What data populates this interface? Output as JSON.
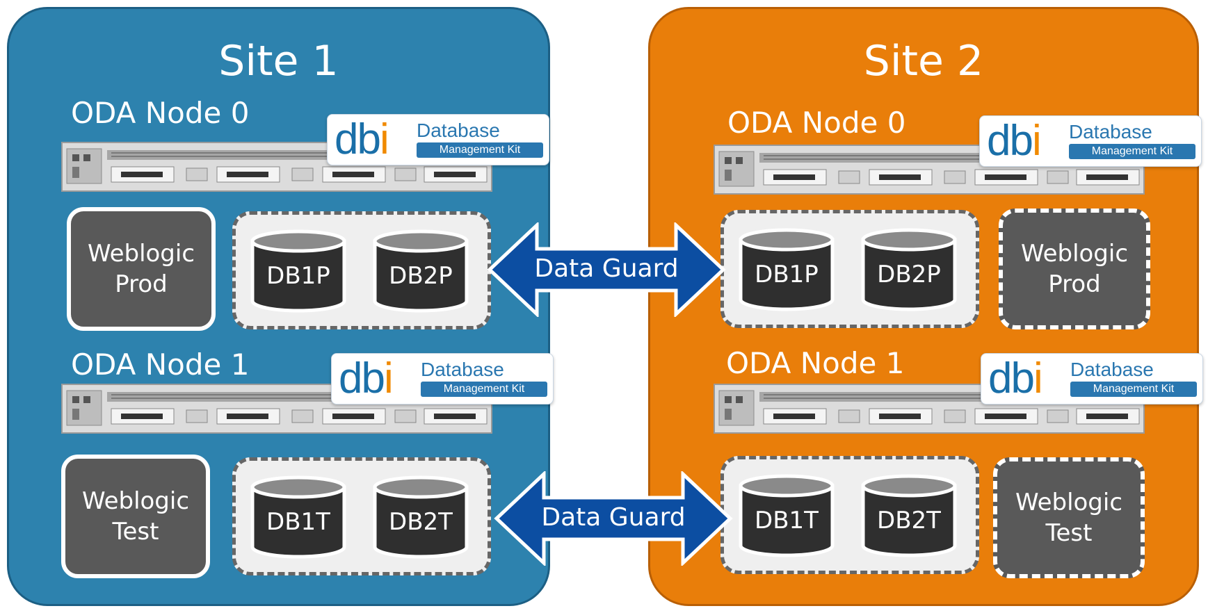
{
  "sites": [
    {
      "title": "Site 1",
      "nodes": [
        {
          "title": "ODA Node 0",
          "weblogic": [
            "Weblogic",
            "Prod"
          ],
          "databases": [
            "DB1P",
            "DB2P"
          ]
        },
        {
          "title": "ODA Node 1",
          "weblogic": [
            "Weblogic",
            "Test"
          ],
          "databases": [
            "DB1T",
            "DB2T"
          ]
        }
      ]
    },
    {
      "title": "Site 2",
      "nodes": [
        {
          "title": "ODA Node 0",
          "weblogic": [
            "Weblogic",
            "Prod"
          ],
          "databases": [
            "DB1P",
            "DB2P"
          ]
        },
        {
          "title": "ODA Node 1",
          "weblogic": [
            "Weblogic",
            "Test"
          ],
          "databases": [
            "DB1T",
            "DB2T"
          ]
        }
      ]
    }
  ],
  "links": [
    {
      "label": "Data Guard"
    },
    {
      "label": "Data Guard"
    }
  ],
  "logo": {
    "mark": "dbi",
    "word": "Database",
    "tagline": "Management Kit"
  },
  "colors": {
    "site1": "#2d82ae",
    "site2": "#e97e0a",
    "arrow": "#0c4ea2",
    "weblogic": "#595959",
    "database": "#2f2f2f",
    "logo_blue": "#1a6fa8",
    "logo_orange": "#f08a00"
  }
}
